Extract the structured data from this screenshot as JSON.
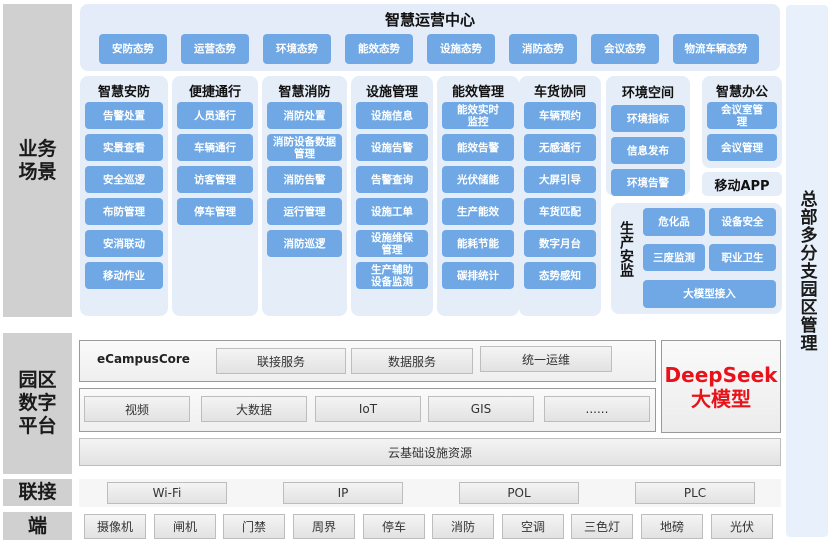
{
  "layers": {
    "business": "业务场景",
    "platform": "园区数字平台",
    "connect": "联接",
    "terminal": "端"
  },
  "right_label": "总部多分支园区管理",
  "ops_center": {
    "title": "智慧运营中心",
    "items": [
      "安防态势",
      "运营态势",
      "环境态势",
      "能效态势",
      "设施态势",
      "消防态势",
      "会议态势",
      "物流车辆态势"
    ]
  },
  "scenarios": [
    {
      "title": "智慧安防",
      "items": [
        "告警处置",
        "实景查看",
        "安全巡逻",
        "布防管理",
        "安消联动",
        "移动作业"
      ]
    },
    {
      "title": "便捷通行",
      "items": [
        "人员通行",
        "车辆通行",
        "访客管理",
        "停车管理"
      ]
    },
    {
      "title": "智慧消防",
      "items": [
        "消防处置",
        "消防设备数据管理",
        "消防告警",
        "运行管理",
        "消防巡逻"
      ]
    },
    {
      "title": "设施管理",
      "items": [
        "设施信息",
        "设施告警",
        "告警查询",
        "设施工单",
        "设施维保管理",
        "生产辅助设备监测"
      ]
    },
    {
      "title": "能效管理",
      "items": [
        "能效实时监控",
        "能效告警",
        "光伏储能",
        "生产能效",
        "能耗节能",
        "碳排统计"
      ]
    },
    {
      "title": "车货协同",
      "items": [
        "车辆预约",
        "无感通行",
        "大屏引导",
        "车货匹配",
        "数字月台",
        "态势感知"
      ]
    },
    {
      "title": "环境空间",
      "items": [
        "环境指标",
        "信息发布",
        "环境告警"
      ]
    },
    {
      "title": "智慧办公",
      "items": [
        "会议室管理",
        "会议管理"
      ]
    }
  ],
  "mobile_app": "移动APP",
  "production_safety": {
    "title": "生产安监",
    "items": [
      "危化品",
      "设备安全",
      "三废监测",
      "职业卫生",
      "大模型接入"
    ]
  },
  "platform": {
    "core_name": "eCampusCore",
    "services": [
      "联接服务",
      "数据服务",
      "统一运维"
    ],
    "capabilities": [
      "视频",
      "大数据",
      "IoT",
      "GIS",
      "......"
    ],
    "infrastructure": "云基础设施资源",
    "ai_model": {
      "name": "DeepSeek",
      "subtitle": "大模型",
      "color": "#e8121a"
    }
  },
  "connect_items": [
    "Wi-Fi",
    "IP",
    "POL",
    "PLC"
  ],
  "terminal_items": [
    "摄像机",
    "闸机",
    "门禁",
    "周界",
    "停车",
    "消防",
    "空调",
    "三色灯",
    "地磅",
    "光伏"
  ],
  "colors": {
    "blue_button": "#6fa8e4",
    "panel_bg": "#e5edf8",
    "layer_label_bg": "#d0d0d0",
    "ai_red": "#e8121a"
  }
}
